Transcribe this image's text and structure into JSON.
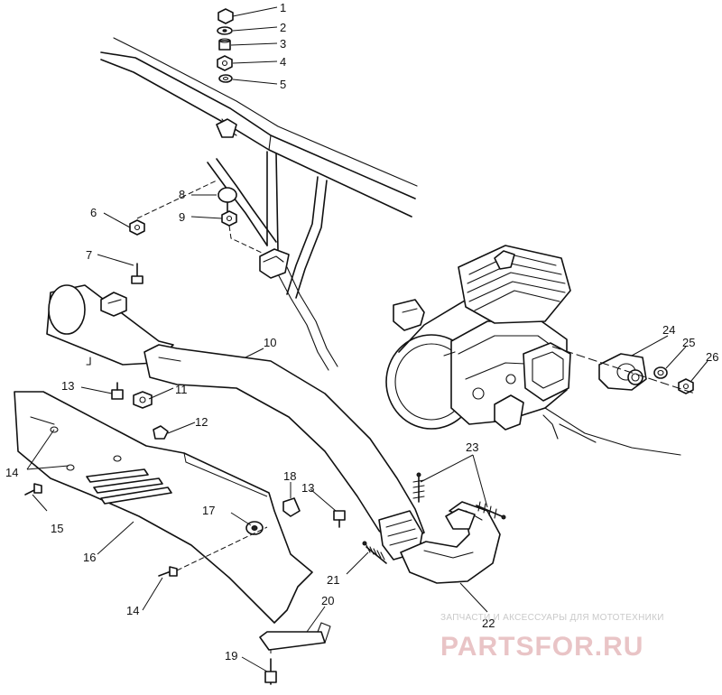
{
  "diagram": {
    "callouts": [
      {
        "id": "1"
      },
      {
        "id": "2"
      },
      {
        "id": "3"
      },
      {
        "id": "4"
      },
      {
        "id": "5"
      },
      {
        "id": "6"
      },
      {
        "id": "7"
      },
      {
        "id": "8"
      },
      {
        "id": "9"
      },
      {
        "id": "10"
      },
      {
        "id": "11"
      },
      {
        "id": "12"
      },
      {
        "id": "13"
      },
      {
        "id": "13"
      },
      {
        "id": "14"
      },
      {
        "id": "14"
      },
      {
        "id": "15"
      },
      {
        "id": "16"
      },
      {
        "id": "17"
      },
      {
        "id": "18"
      },
      {
        "id": "19"
      },
      {
        "id": "20"
      },
      {
        "id": "21"
      },
      {
        "id": "22"
      },
      {
        "id": "23"
      },
      {
        "id": "24"
      },
      {
        "id": "25"
      },
      {
        "id": "26"
      }
    ]
  },
  "watermark": {
    "tagline": "ЗАПЧАСТИ И АКСЕССУАРЫ ДЛЯ МОТОТЕХНИКИ",
    "brand": "PARTSFOR.RU",
    "color": "#e9c4c6"
  }
}
